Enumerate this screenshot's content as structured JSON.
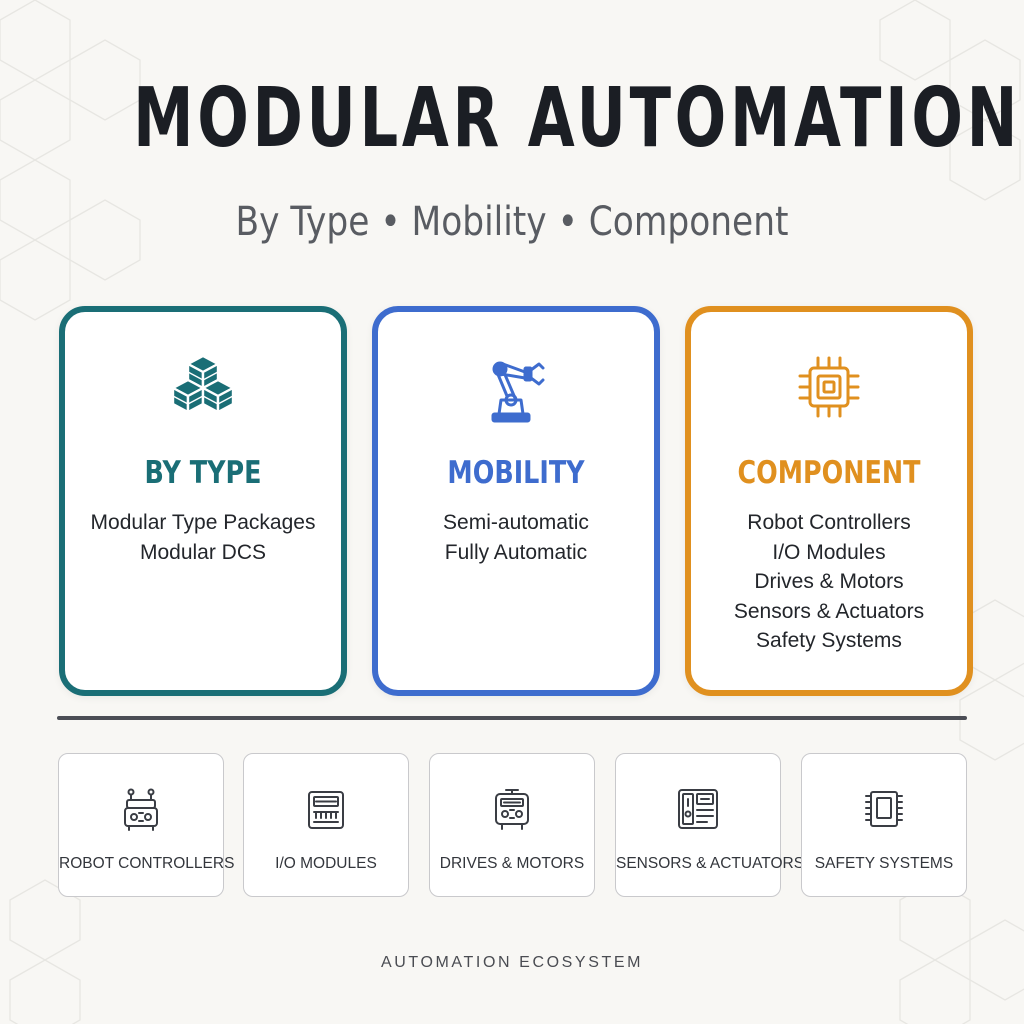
{
  "header": {
    "title": "MODULAR AUTOMATION",
    "subtitle": "By Type • Mobility • Component"
  },
  "colors": {
    "background": "#f8f7f4",
    "by_type": "#1a6e76",
    "mobility": "#3e6cce",
    "component": "#e0901f",
    "divider": "#4b4d55"
  },
  "categories": [
    {
      "title": "BY TYPE",
      "icon": "stacked-cubes-icon",
      "items": [
        "Modular Type Packages",
        "Modular DCS"
      ]
    },
    {
      "title": "MOBILITY",
      "icon": "robot-arm-icon",
      "items": [
        "Semi-automatic",
        "Fully Automatic"
      ]
    },
    {
      "title": "COMPONENT",
      "icon": "microchip-icon",
      "items": [
        "Robot Controllers",
        "I/O Modules",
        "Drives & Motors",
        "Sensors & Actuators",
        "Safety Systems"
      ]
    }
  ],
  "component_tiles": [
    {
      "label": "ROBOT CONTROLLERS",
      "icon": "robot-controller-icon"
    },
    {
      "label": "I/O MODULES",
      "icon": "io-module-icon"
    },
    {
      "label": "DRIVES & MOTORS",
      "icon": "drive-motor-icon"
    },
    {
      "label": "SENSORS & ACTUATORS",
      "icon": "sensor-actuator-icon"
    },
    {
      "label": "SAFETY SYSTEMS",
      "icon": "safety-system-icon"
    }
  ],
  "footer": {
    "label": "AUTOMATION ECOSYSTEM"
  }
}
